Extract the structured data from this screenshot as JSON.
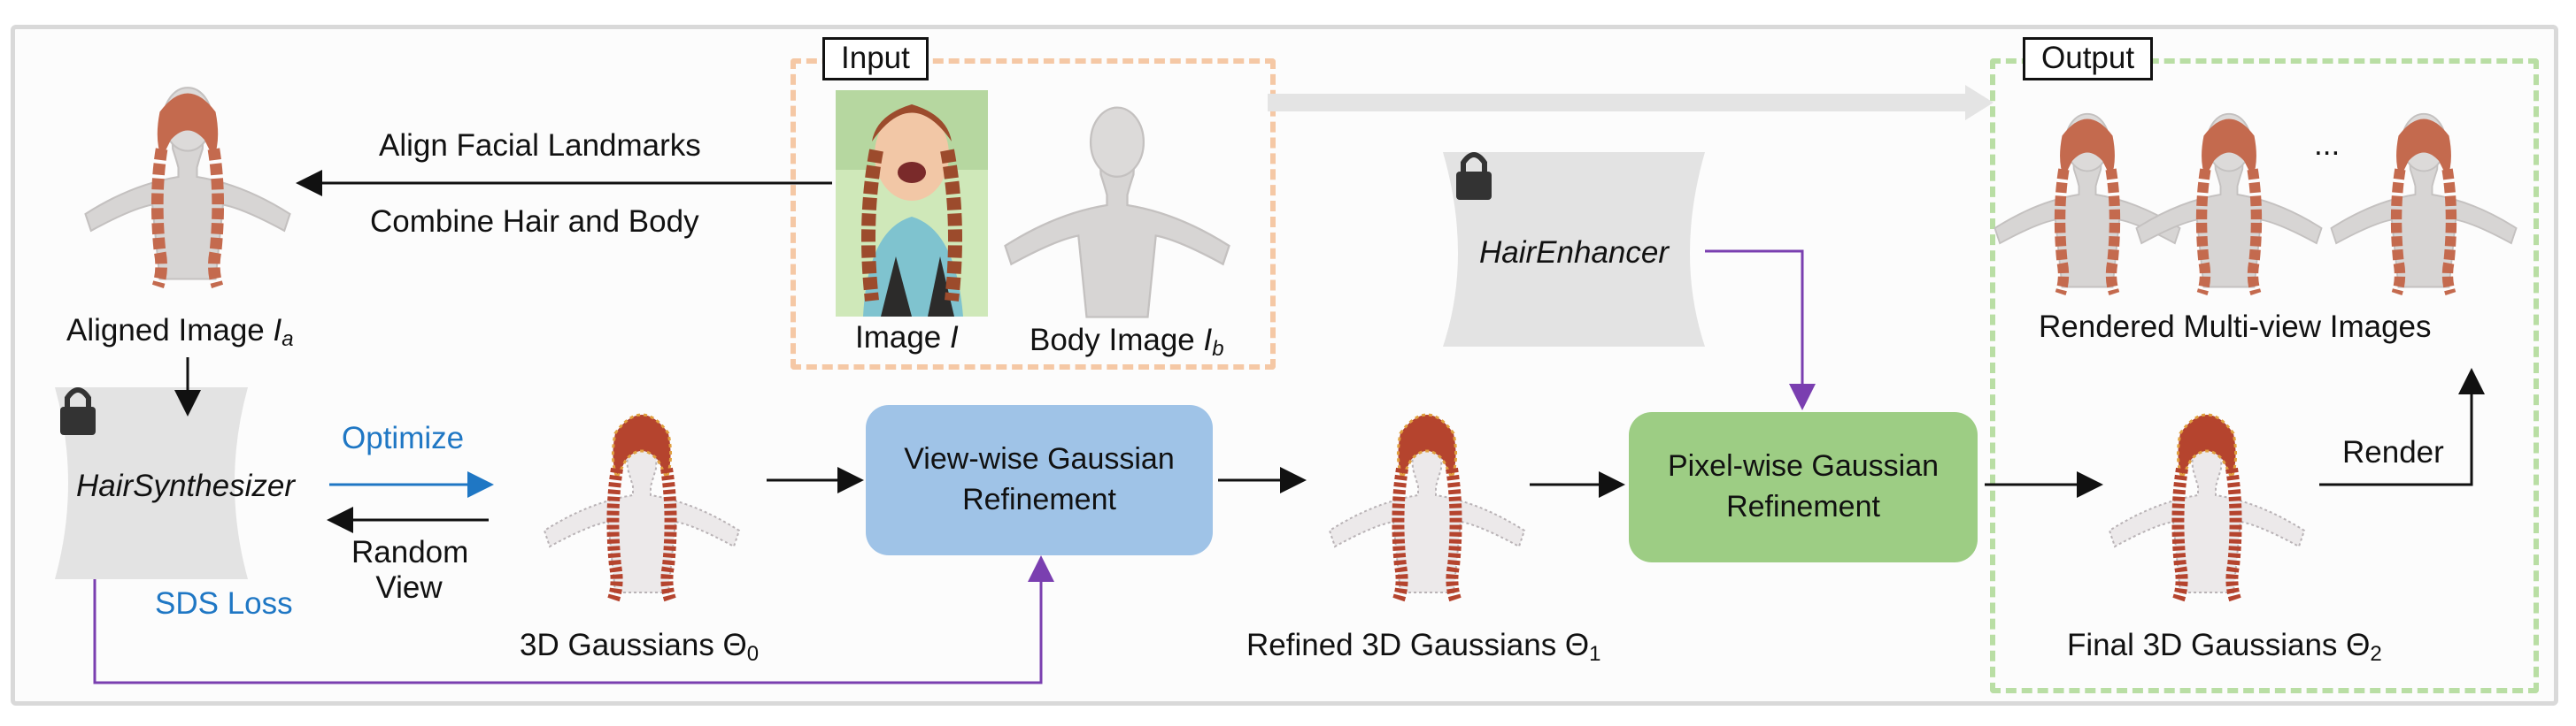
{
  "input_tag": "Input",
  "output_tag": "Output",
  "align_landmarks": "Align Facial Landmarks",
  "combine_hair": "Combine Hair and Body",
  "aligned_image_text": "Aligned Image",
  "aligned_image_symbol": "I",
  "aligned_image_sub": "a",
  "image_text": "Image",
  "image_symbol": "I",
  "body_image_text": "Body Image",
  "body_image_symbol": "I",
  "body_image_sub": "b",
  "hair_synthesizer": "HairSynthesizer",
  "hair_enhancer": "HairEnhancer",
  "optimize": "Optimize",
  "random_view": "Random View",
  "sds_loss": "SDS Loss",
  "gaussians0_text": "3D Gaussians Θ",
  "gaussians0_sub": "0",
  "viewwise_module": "View-wise Gaussian Refinement",
  "refined_text": "Refined 3D Gaussians Θ",
  "refined_sub": "1",
  "pixelwise_module": "Pixel-wise Gaussian Refinement",
  "final_text": "Final 3D Gaussians Θ",
  "final_sub": "2",
  "rendered_multiview": "Rendered Multi-view Images",
  "render": "Render",
  "ellipsis": "...",
  "colors": {
    "input_dash": "#f5c8a5",
    "output_dash": "#b9dea4",
    "viewwise_fill": "#9fc3e7",
    "pixelwise_fill": "#9dcd84",
    "network_fill": "#e3e3e3",
    "purple": "#7a3fb0",
    "blue": "#1f77c4",
    "hair": "#c46a4e",
    "body": "#d7d5d4"
  }
}
